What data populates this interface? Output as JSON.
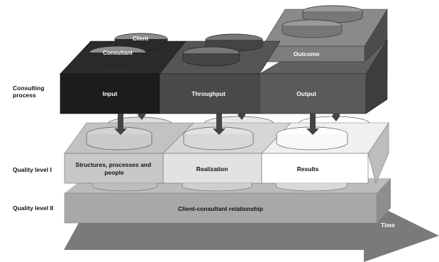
{
  "labels": {
    "consulting_process": "Consulting\nprocess",
    "quality_level_1": "Quality level I",
    "quality_level_2": "Quality level II"
  },
  "blocks": {
    "input": "Input",
    "throughput": "Throughput",
    "output": "Output",
    "outcome": "Outcome",
    "structures": "Structures, processes and people",
    "realization": "Realization",
    "results": "Results",
    "relationship": "Client-consultant relationship",
    "time": "Time"
  },
  "discs": {
    "client": "Client",
    "consultant": "Consultant"
  },
  "colors": {
    "input_face": "#1c1c1c",
    "throughput_face": "#4a4a4a",
    "output_face": "#5a5a5a",
    "outcome_face": "#7d7d7d",
    "structures_face": "#c8c8c8",
    "realization_face": "#e2e2e2",
    "results_face": "#ffffff",
    "relationship_face": "#a8a8a8",
    "arrow": "#444444"
  }
}
